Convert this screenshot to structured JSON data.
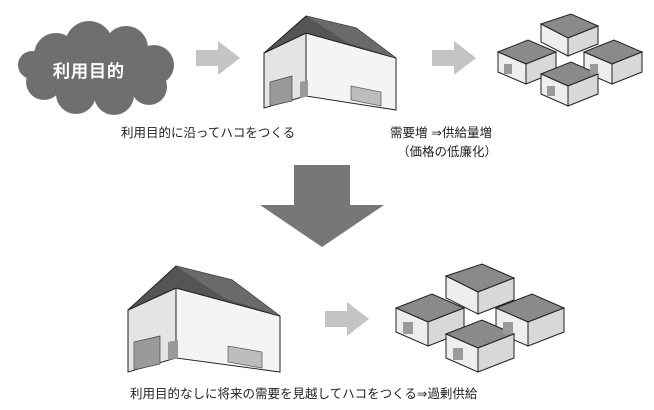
{
  "cloud": {
    "label": "利用目的"
  },
  "captions": {
    "top_left": "利用目的に沿ってハコをつくる",
    "top_right_line1": "需要増 ⇒供給量増",
    "top_right_line2": "（価格の低廉化）",
    "bottom": "利用目的なしに将来の需要を見越してハコをつくる⇒過剰供給"
  },
  "colors": {
    "cloud": "#6f6f6f",
    "arrow": "#c4c4c4",
    "big_arrow": "#777777",
    "roof": "#5a5a5a",
    "wall_front": "#f2f2f2",
    "wall_side": "#e6e6e6",
    "door": "#9a9a9a"
  }
}
